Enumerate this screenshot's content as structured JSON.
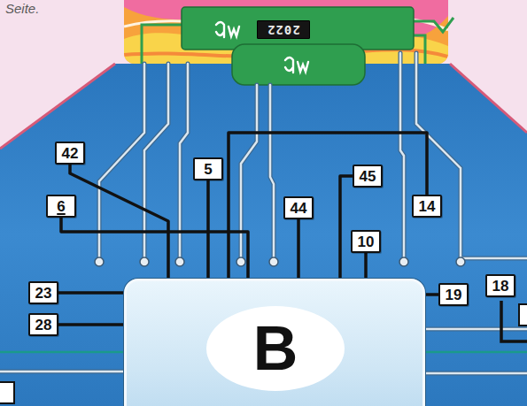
{
  "diagram": {
    "nodes": [
      {
        "text": [
          "2022"
        ]
      },
      {
        "text": [
          "42"
        ]
      },
      {
        "text": [
          "5"
        ]
      },
      {
        "text": [
          "45"
        ]
      },
      {
        "text": [
          "6"
        ]
      },
      {
        "text": [
          "44"
        ]
      },
      {
        "text": [
          "14"
        ]
      },
      {
        "text": [
          "10"
        ]
      },
      {
        "text": [
          "23"
        ]
      },
      {
        "text": [
          "19"
        ]
      },
      {
        "text": [
          "18"
        ]
      },
      {
        "text": [
          "28"
        ]
      },
      {
        "text": [
          "B"
        ]
      }
    ],
    "edges": [
      {
        "from": 1,
        "to": 12,
        "arrow": "none"
      },
      {
        "from": 2,
        "to": 12,
        "arrow": "none"
      },
      {
        "from": 3,
        "to": 12,
        "arrow": "none"
      },
      {
        "from": 4,
        "to": 12,
        "arrow": "none"
      },
      {
        "from": 5,
        "to": 12,
        "arrow": "none"
      },
      {
        "from": 6,
        "to": 12,
        "arrow": "none"
      },
      {
        "from": 7,
        "to": 12,
        "arrow": "none"
      },
      {
        "from": 8,
        "to": 12,
        "arrow": "none"
      },
      {
        "from": 9,
        "to": 12,
        "arrow": "none"
      },
      {
        "from": 11,
        "to": 12,
        "arrow": "none"
      }
    ],
    "labels": [
      "Seite."
    ]
  }
}
